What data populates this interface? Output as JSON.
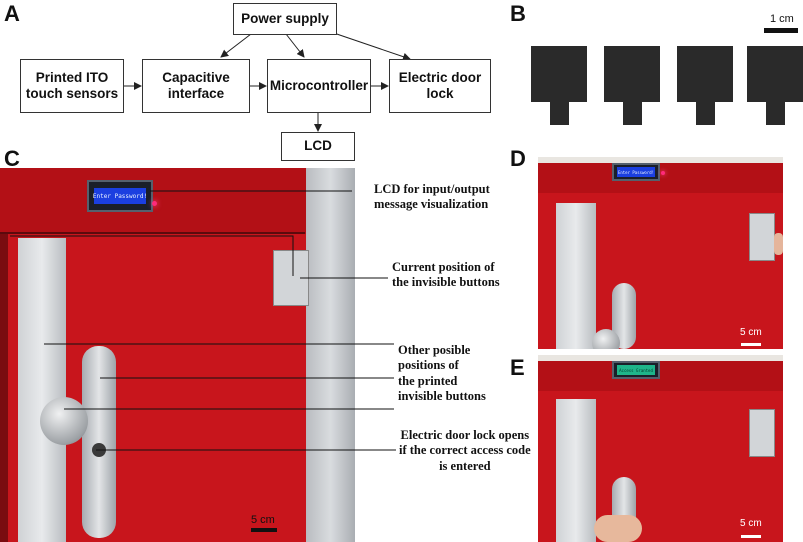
{
  "panels": {
    "a": "A",
    "b": "B",
    "c": "C",
    "d": "D",
    "e": "E"
  },
  "diagram": {
    "power_supply": "Power supply",
    "sensors_line1": "Printed ITO",
    "sensors_line2": "touch sensors",
    "capacitive_line1": "Capacitive",
    "capacitive_line2": "interface",
    "microcontroller": "Microcontroller",
    "lock_line1": "Electric door",
    "lock_line2": "lock",
    "lcd": "LCD"
  },
  "panel_b": {
    "scale_label": "1 cm",
    "sensor_color": "#2a2a2a",
    "sensor_count": 4
  },
  "panel_c": {
    "lcd_text": "Enter Password!",
    "annotations": {
      "lcd_line1": "LCD for input/output",
      "lcd_line2": "message visualization",
      "current_line1": "Current position of",
      "current_line2": "the invisible buttons",
      "other_line1": "Other posible",
      "other_line2": "positions of",
      "other_line3": "the printed",
      "other_line4": "invisible buttons",
      "lock_line1": "Electric door lock opens",
      "lock_line2": "if the correct access code",
      "lock_line3": "is entered"
    },
    "scale_label": "5 cm"
  },
  "panel_d": {
    "lcd_text": "Enter Password!",
    "scale_label": "5 cm"
  },
  "panel_e": {
    "lcd_text": "Access Granted",
    "scale_label": "5 cm"
  },
  "colors": {
    "door_red": "#c8151c",
    "frame_red": "#b31016",
    "metal": "#c9ccd0",
    "lcd_blue": "#1b3fe0",
    "lcd_green": "#1fb58a"
  }
}
